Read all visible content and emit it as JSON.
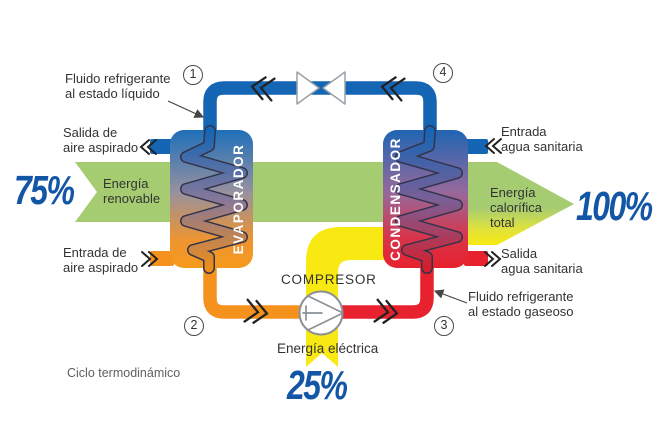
{
  "caption": "Ciclo termodinámico",
  "percentages": {
    "renewable_in": "75%",
    "electric_in": "25%",
    "heat_out": "100%"
  },
  "components": {
    "evaporator": "EVAPORADOR",
    "condenser": "CONDENSADOR",
    "compressor": "COMPRESOR"
  },
  "flow_labels": {
    "renewable": "Energía\nrenovable",
    "heat_total": "Energía\ncalorífica\ntotal",
    "electric": "Energía eléctrica"
  },
  "pipe_labels": {
    "refrigerant_liquid": "Fluido refrigerante\nal estado líquido",
    "refrigerant_gas": "Fluido refrigerante\nal estado gaseoso",
    "air_out": "Salida de\naire aspirado",
    "air_in": "Entrada de\naire aspirado",
    "water_in": "Entrada\nagua sanitaria",
    "water_out": "Salida\nagua sanitaria"
  },
  "steps": [
    "1",
    "2",
    "3",
    "4"
  ],
  "colors": {
    "pipe_blue": "#1565b5",
    "pipe_orange": "#f5921e",
    "pipe_red": "#e7212d",
    "band_green": "#a6cc72",
    "band_yellow": "#f8e912",
    "percent_blue": "#1356a6"
  }
}
